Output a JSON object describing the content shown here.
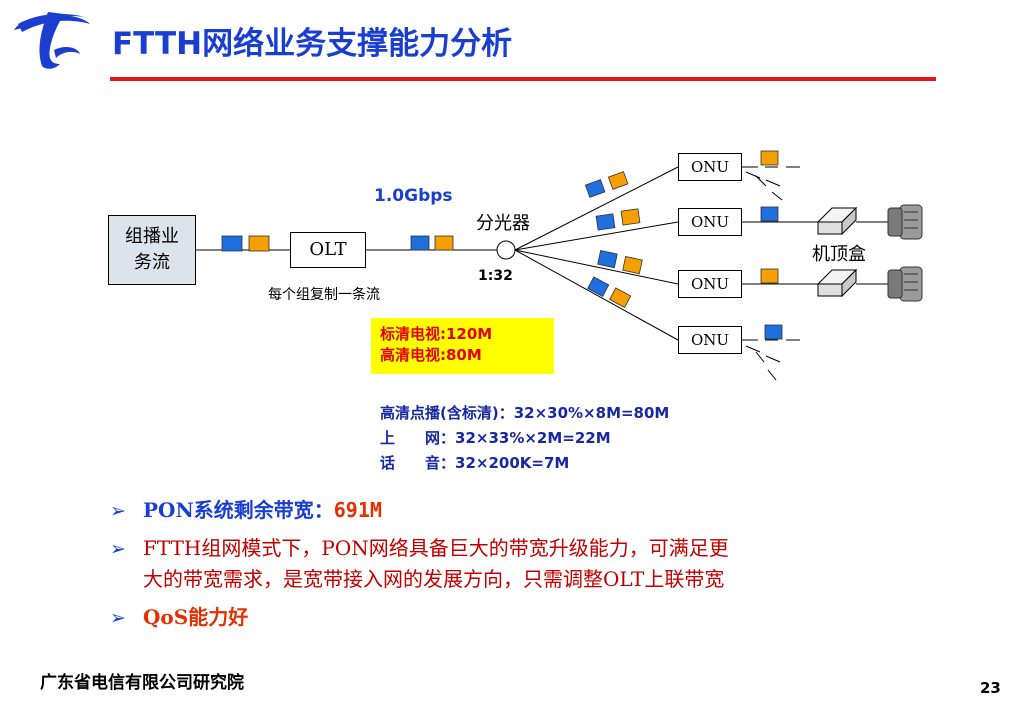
{
  "header": {
    "title": "FTTH网络业务支撑能力分析"
  },
  "diagram": {
    "source_box": [
      "组播业",
      "务流"
    ],
    "olt": "OLT",
    "bandwidth": "1.0Gbps",
    "splitter": "分光器",
    "split_ratio": "1:32",
    "olt_note": "每个组复制一条流",
    "onu": [
      "ONU",
      "ONU",
      "ONU",
      "ONU"
    ],
    "stb_label": "机顶盒",
    "rates": [
      "标清电视:120M",
      "高清电视:80M"
    ],
    "stats": [
      "高清点播(含标清)：32×30%×8M=80M",
      "上　　网：32×33%×2M=22M",
      "话　　音：32×200K=7M"
    ],
    "colors": {
      "packet_blue": "#1f6fe0",
      "packet_orange": "#f5a000",
      "highlight": "#ffff00"
    }
  },
  "bullets": {
    "marker": "➢",
    "b1_prefix": "PON系统剩余带宽：",
    "b1_value": "691M",
    "b2_line1": "FTTH组网模式下，PON网络具备巨大的带宽升级能力，可满足更",
    "b2_line2": "大的带宽需求，是宽带接入网的发展方向，只需调整OLT上联带宽",
    "b3": "QoS能力好"
  },
  "footer": {
    "org": "广东省电信有限公司研究院",
    "page": "23"
  }
}
